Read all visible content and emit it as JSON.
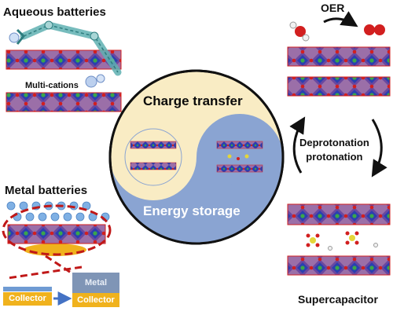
{
  "labels": {
    "aqueous_batteries": "Aqueous batteries",
    "multi_cations": "Multi-cations",
    "oer": "OER",
    "metal_batteries": "Metal batteries",
    "supercapacitor": "Supercapacitor",
    "deprotonation": "Deprotonation",
    "protonation": "protonation",
    "charge_transfer": "Charge transfer",
    "energy_storage": "Energy storage",
    "collector_left": "Collector",
    "collector_right": "Collector",
    "metal": "Metal"
  },
  "colors": {
    "yin_light": "#f9ecc4",
    "yin_dark": "#8aa4d2",
    "atom_red": "#d21f1f",
    "atom_blue": "#2b3fb0",
    "atom_green": "#3aa64a",
    "collector": "#f0b21d",
    "metal": "#7f95b6",
    "ellipse_dash": "#c01818",
    "robot_arm": "#5fb0b2"
  },
  "icons": {
    "robot_arm": "robotic-arm-icon",
    "water_molecule": "water-molecule-icon",
    "oxygen_molecule": "oxygen-molecule-icon"
  }
}
